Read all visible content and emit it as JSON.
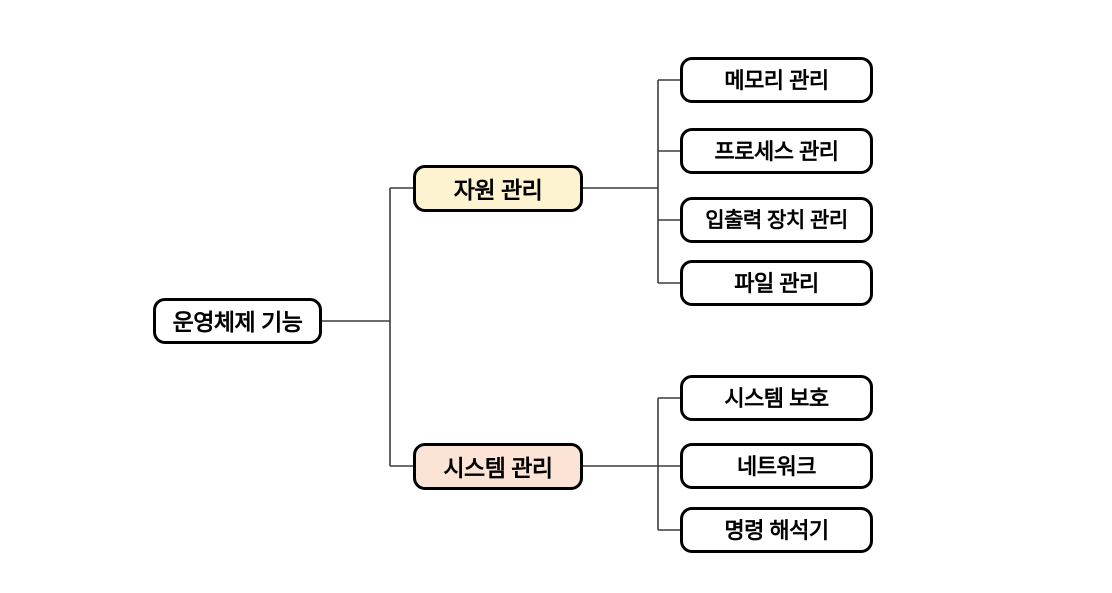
{
  "diagram": {
    "root": {
      "label": "운영체제 기능"
    },
    "branches": [
      {
        "label": "자원 관리",
        "fill": "#fdf3d1",
        "children": [
          {
            "label": "메모리 관리"
          },
          {
            "label": "프로세스 관리"
          },
          {
            "label": "입출력 장치 관리"
          },
          {
            "label": "파일 관리"
          }
        ]
      },
      {
        "label": "시스템 관리",
        "fill": "#fbe4d5",
        "children": [
          {
            "label": "시스템 보호"
          },
          {
            "label": "네트워크"
          },
          {
            "label": "명령 해석기"
          }
        ]
      }
    ],
    "colors": {
      "background": "#ffffff",
      "box_border": "#000000",
      "leaf_fill": "#ffffff",
      "connector": "#3c3c3c",
      "text": "#000000"
    }
  }
}
